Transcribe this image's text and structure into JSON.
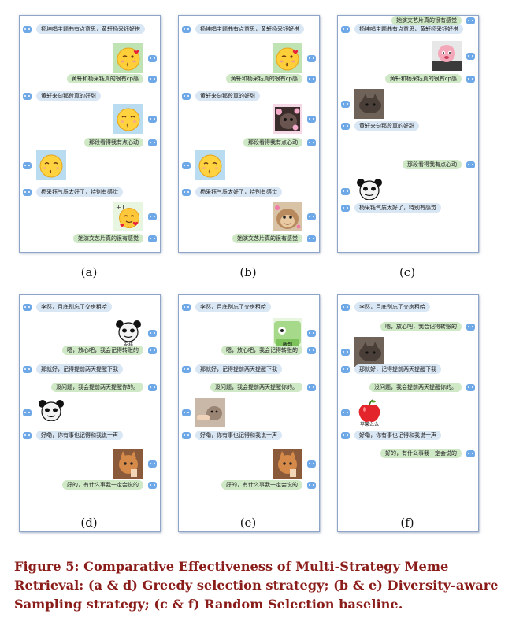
{
  "panels": [
    {
      "label": "(a)",
      "messages": [
        {
          "side": "left",
          "kind": "text",
          "text": "扬坤唱主题曲有点意思，黄轩杨采钰好搭"
        },
        {
          "side": "right",
          "kind": "meme",
          "meme": "emoji-kiss-heart-icon"
        },
        {
          "side": "right",
          "kind": "text",
          "text": "黄轩和杨采钰真的很有cp感"
        },
        {
          "side": "left",
          "kind": "text",
          "text": "黄轩来句那段真的好甜"
        },
        {
          "side": "right",
          "kind": "meme",
          "meme": "emoji-kiss-icon"
        },
        {
          "side": "right",
          "kind": "text",
          "text": "那段看得我有点心动"
        },
        {
          "side": "left",
          "kind": "meme",
          "meme": "emoji-kiss-icon"
        },
        {
          "side": "left",
          "kind": "text",
          "text": "杨采钰气质太好了，特别有感觉"
        },
        {
          "side": "right",
          "kind": "meme",
          "meme": "emoji-hearts-icon"
        },
        {
          "side": "right",
          "kind": "text",
          "text": "她演文艺片真的很有感觉"
        }
      ]
    },
    {
      "label": "(b)",
      "messages": [
        {
          "side": "left",
          "kind": "text",
          "text": "扬坤唱主题曲有点意思，黄轩杨采钰好搭"
        },
        {
          "side": "right",
          "kind": "meme",
          "meme": "emoji-kiss-heart-icon"
        },
        {
          "side": "right",
          "kind": "text",
          "text": "黄轩和杨采钰真的很有cp感"
        },
        {
          "side": "left",
          "kind": "text",
          "text": "黄轩来句那段真的好甜"
        },
        {
          "side": "right",
          "kind": "meme",
          "meme": "photo-cat-meme-icon"
        },
        {
          "side": "right",
          "kind": "text",
          "text": "那段看得我有点心动"
        },
        {
          "side": "left",
          "kind": "meme",
          "meme": "emoji-kiss-icon"
        },
        {
          "side": "left",
          "kind": "text",
          "text": "杨采钰气质太好了，特别有感觉"
        },
        {
          "side": "right",
          "kind": "meme",
          "meme": "photo-monkey-meme-icon"
        },
        {
          "side": "right",
          "kind": "text",
          "text": "她演文艺片真的很有感觉"
        }
      ]
    },
    {
      "label": "(c)",
      "messages": [
        {
          "side": "left",
          "kind": "text",
          "text": "扬坤唱主题曲有点意思，黄轩杨采钰好搭"
        },
        {
          "side": "right",
          "kind": "meme",
          "meme": "photo-pink-figure-meme-icon"
        },
        {
          "side": "right",
          "kind": "text",
          "text": "黄轩和杨采钰真的很有cp感"
        },
        {
          "side": "left",
          "kind": "meme",
          "meme": "photo-cat-dark-meme-icon"
        },
        {
          "side": "left",
          "kind": "text",
          "text": "黄轩来句那段真的好甜"
        },
        {
          "side": "right",
          "kind": "text",
          "text": "那段看得我有点心动"
        },
        {
          "side": "left",
          "kind": "meme",
          "meme": "panda-face-meme-icon"
        },
        {
          "side": "left",
          "kind": "text",
          "text": "杨采钰气质太好了，特别有感觉"
        },
        {
          "side": "right",
          "kind": "text",
          "text": "她演文艺片真的很有感觉"
        }
      ]
    },
    {
      "label": "(d)",
      "messages": [
        {
          "side": "left",
          "kind": "text",
          "text": "李然，月底别忘了交房租哈"
        },
        {
          "side": "right",
          "kind": "meme",
          "meme": "panda-face-meme-icon",
          "caption": "安排"
        },
        {
          "side": "right",
          "kind": "text",
          "text": "嗯，放心吧，我会记得转账的"
        },
        {
          "side": "left",
          "kind": "text",
          "text": "那就好，记得提前两天提醒下我"
        },
        {
          "side": "right",
          "kind": "text",
          "text": "没问题，我会提前两天提醒你的。"
        },
        {
          "side": "left",
          "kind": "meme",
          "meme": "panda-face-meme-icon",
          "caption": ""
        },
        {
          "side": "left",
          "kind": "text",
          "text": "好嘞，你有事也记得和我说一声"
        },
        {
          "side": "right",
          "kind": "meme",
          "meme": "photo-orange-cat-meme-icon"
        },
        {
          "side": "right",
          "kind": "text",
          "text": "好的，有什么事我一定会说的"
        }
      ]
    },
    {
      "label": "(e)",
      "messages": [
        {
          "side": "left",
          "kind": "text",
          "text": "李然，月底别忘了交房租哈"
        },
        {
          "side": "right",
          "kind": "meme",
          "meme": "cartoon-green-meme-icon",
          "caption": "收到"
        },
        {
          "side": "right",
          "kind": "text",
          "text": "嗯，放心吧，我会记得转账的"
        },
        {
          "side": "left",
          "kind": "text",
          "text": "那就好，记得提前两天提醒下我"
        },
        {
          "side": "right",
          "kind": "text",
          "text": "没问题，我会提前两天提醒你的。"
        },
        {
          "side": "left",
          "kind": "meme",
          "meme": "photo-cat-hand-meme-icon"
        },
        {
          "side": "left",
          "kind": "text",
          "text": "好嘞，你有事也记得和我说一声"
        },
        {
          "side": "right",
          "kind": "meme",
          "meme": "photo-orange-cat-meme-icon"
        },
        {
          "side": "right",
          "kind": "text",
          "text": "好的，有什么事我一定会说的"
        }
      ]
    },
    {
      "label": "(f)",
      "messages": [
        {
          "side": "left",
          "kind": "text",
          "text": "李然，月底别忘了交房租哈"
        },
        {
          "side": "right",
          "kind": "text",
          "text": "嗯，放心吧，我会记得转账的"
        },
        {
          "side": "left",
          "kind": "meme",
          "meme": "photo-cat-dark-meme-icon"
        },
        {
          "side": "left",
          "kind": "text",
          "text": "那就好，记得提前两天提醒下我"
        },
        {
          "side": "right",
          "kind": "text",
          "text": "没问题，我会提前两天提醒你的。"
        },
        {
          "side": "left",
          "kind": "meme",
          "meme": "apple-meme-icon",
          "caption": "苹果么么"
        },
        {
          "side": "left",
          "kind": "text",
          "text": "好嘞，你有事也记得和我说一声"
        },
        {
          "side": "right",
          "kind": "text",
          "text": "好的，有什么事我一定会说的"
        }
      ]
    }
  ],
  "caption": "Figure 5: Comparative Effectiveness of Multi-Strategy Meme Retrieval: (a & d) Greedy selection strategy; (b & e) Diversity-aware Sampling strategy; (c & f) Random Selection baseline."
}
